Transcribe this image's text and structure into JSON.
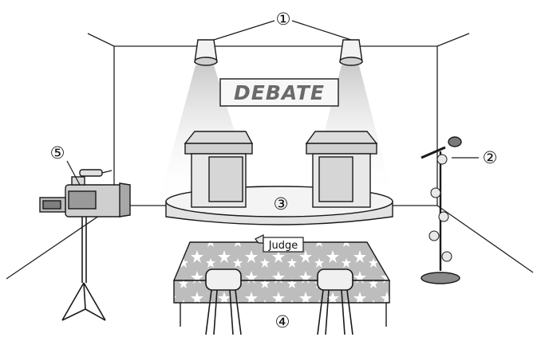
{
  "banner": {
    "text": "DEBATE"
  },
  "judge_sign": {
    "text": "Judge"
  },
  "callouts": [
    {
      "label": "①",
      "target": "ceiling spotlights"
    },
    {
      "label": "②",
      "target": "microphone stand"
    },
    {
      "label": "③",
      "target": "stage"
    },
    {
      "label": "④",
      "target": "judge table"
    },
    {
      "label": "⑤",
      "target": "video camera"
    }
  ],
  "colors": {
    "line": "#1a1a1a",
    "stage_fill": "#eeeeee",
    "podium_fill": "#e6e6e6",
    "table_cloth": "#bdbdbd",
    "light_beam": "#d8d8d8",
    "banner_text": "#6a6a6a"
  }
}
